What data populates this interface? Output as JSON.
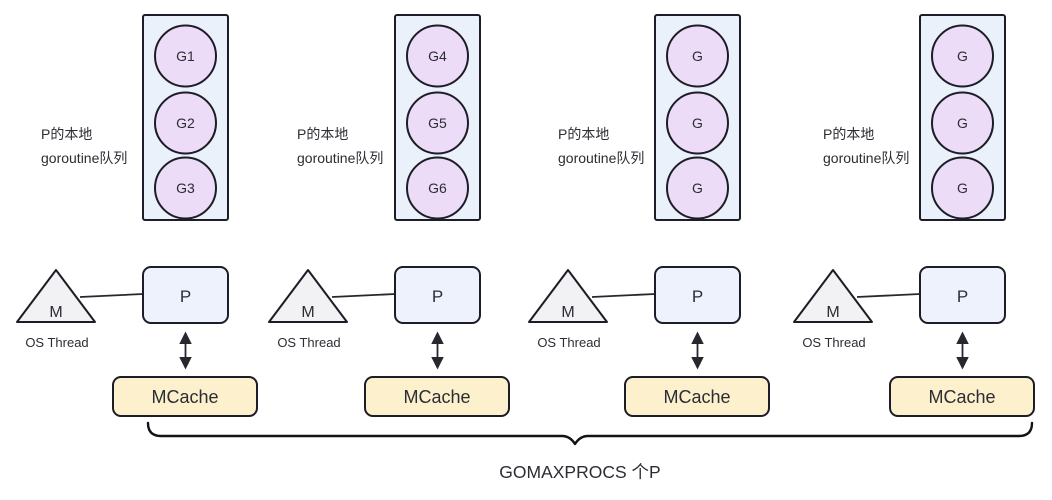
{
  "diagram": {
    "title": "Go GMP scheduler diagram",
    "caption": "GOMAXPROCS 个P",
    "colors": {
      "queue_box_fill": "#eaf1fb",
      "goroutine_fill": "#ecdcf7",
      "p_box_fill": "#eef2fc",
      "mcache_fill": "#fdf0cc",
      "m_triangle_fill": "#f2f2f4",
      "stroke": "#1d1d27",
      "text": "#2c2c34"
    },
    "groups": [
      {
        "queue_label_line1": "P的本地",
        "queue_label_line2": "goroutine队列",
        "goroutines": [
          "G1",
          "G2",
          "G3"
        ],
        "m_label": "M",
        "os_thread_label": "OS Thread",
        "p_label": "P",
        "mcache_label": "MCache"
      },
      {
        "queue_label_line1": "P的本地",
        "queue_label_line2": "goroutine队列",
        "goroutines": [
          "G4",
          "G5",
          "G6"
        ],
        "m_label": "M",
        "os_thread_label": "OS Thread",
        "p_label": "P",
        "mcache_label": "MCache"
      },
      {
        "queue_label_line1": "P的本地",
        "queue_label_line2": "goroutine队列",
        "goroutines": [
          "G",
          "G",
          "G"
        ],
        "m_label": "M",
        "os_thread_label": "OS Thread",
        "p_label": "P",
        "mcache_label": "MCache"
      },
      {
        "queue_label_line1": "P的本地",
        "queue_label_line2": "goroutine队列",
        "goroutines": [
          "G",
          "G",
          "G"
        ],
        "m_label": "M",
        "os_thread_label": "OS Thread",
        "p_label": "P",
        "mcache_label": "MCache"
      }
    ]
  }
}
